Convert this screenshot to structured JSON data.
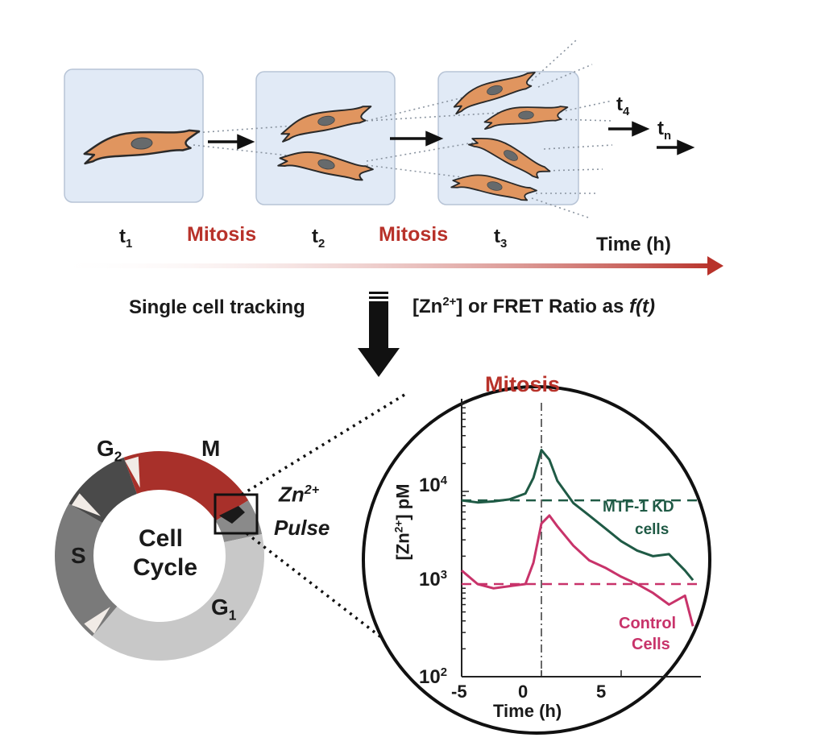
{
  "timeline": {
    "t1": "t",
    "t1_sub": "1",
    "t2": "t",
    "t2_sub": "2",
    "t3": "t",
    "t3_sub": "3",
    "t4": "t",
    "t4_sub": "4",
    "tn": "t",
    "tn_sub": "n",
    "mitosis_1": "Mitosis",
    "mitosis_2": "Mitosis",
    "time_axis": "Time (h)"
  },
  "middle": {
    "tracking": "Single cell tracking",
    "zn_prefix": "[Zn",
    "zn_sup": "2+",
    "zn_suffix": "] or FRET Ratio as ",
    "f_t": "f(t)"
  },
  "cell_cycle": {
    "title_line1": "Cell",
    "title_line2": "Cycle",
    "m_phase": "M",
    "g2": "G",
    "g2_sub": "2",
    "s": "S",
    "g1": "G",
    "g1_sub": "1",
    "pulse_line1_base": "Zn",
    "pulse_line1_sup": "2+",
    "pulse_line2": "Pulse",
    "colors": {
      "m": "#a8302a",
      "g2": "#4a4a4a",
      "s": "#7a7a7a",
      "g1": "#c8c8c8"
    }
  },
  "inset": {
    "title": "Mitosis",
    "ylabel_prefix": "[Zn",
    "ylabel_sup": "2+",
    "ylabel_suffix": "]  pM",
    "xlabel": "Time (h)",
    "ytick_1e4_base": "10",
    "ytick_1e4_exp": "4",
    "ytick_1e3_base": "10",
    "ytick_1e3_exp": "3",
    "ytick_1e2_base": "10",
    "ytick_1e2_exp": "2",
    "xticks": [
      "-5",
      "0",
      "5"
    ],
    "mtf_label_1": "MTF-1 KD",
    "mtf_label_2": "cells",
    "ctrl_label_1": "Control",
    "ctrl_label_2": "Cells"
  },
  "chart_data": {
    "type": "line",
    "xlabel": "Time (h)",
    "ylabel": "[Zn2+] pM",
    "yscale": "log",
    "xlim": [
      -5,
      10
    ],
    "ylim": [
      100,
      100000
    ],
    "series": [
      {
        "name": "MTF-1 KD cells",
        "color": "#1f5a45",
        "x": [
          -5,
          -4,
          -3,
          -2,
          -1,
          -0.5,
          0,
          0.5,
          1,
          2,
          3,
          4,
          5,
          6,
          7,
          8,
          9,
          9.5
        ],
        "y": [
          8000,
          7600,
          7800,
          8200,
          9500,
          14000,
          28000,
          22000,
          13000,
          7500,
          5500,
          4000,
          2900,
          2300,
          2000,
          2100,
          1400,
          1100
        ]
      },
      {
        "name": "Control Cells",
        "color": "#c8336a",
        "x": [
          -5,
          -4,
          -3,
          -2,
          -1,
          -0.5,
          0,
          0.5,
          1,
          2,
          3,
          4,
          5,
          6,
          7,
          8,
          9,
          9.5
        ],
        "y": [
          1400,
          1000,
          900,
          950,
          1000,
          1700,
          4500,
          5500,
          4200,
          2600,
          1800,
          1500,
          1200,
          1000,
          800,
          600,
          750,
          350
        ]
      },
      {
        "name": "MTF-1 KD baseline",
        "color": "#1f5a45",
        "dashed": true,
        "x": [
          -5,
          10
        ],
        "y": [
          8000,
          8000
        ]
      },
      {
        "name": "Control baseline",
        "color": "#c8336a",
        "dashed": true,
        "x": [
          -5,
          10
        ],
        "y": [
          1000,
          1000
        ]
      }
    ],
    "annotations": [
      "Mitosis"
    ]
  }
}
